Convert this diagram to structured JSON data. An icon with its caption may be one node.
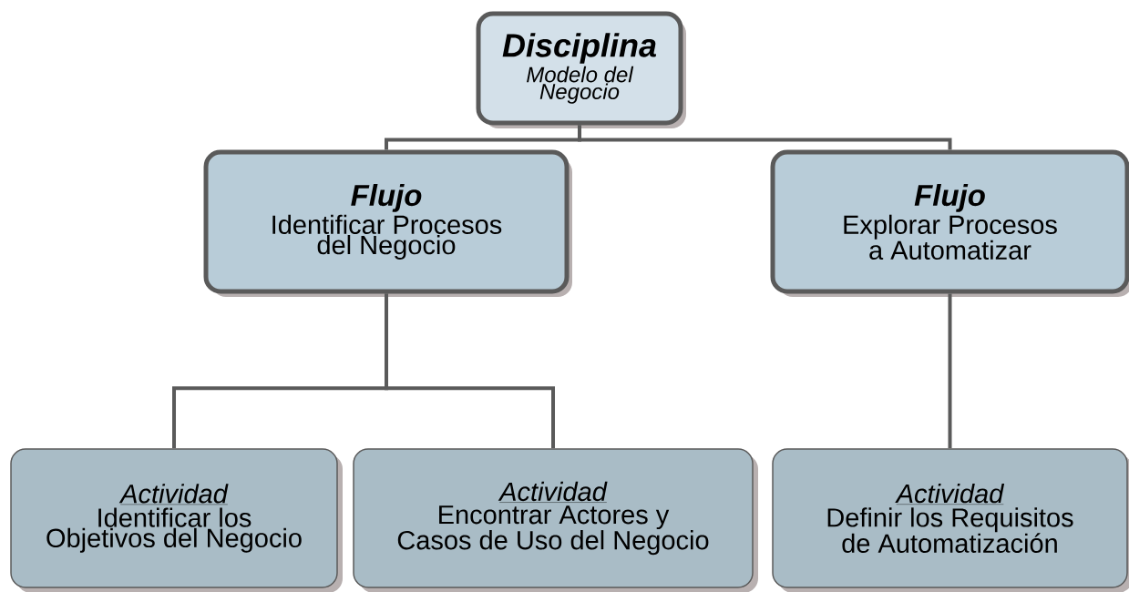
{
  "diagram": {
    "nodes": [
      {
        "text": [
          "Disciplina",
          "Modelo del Negocio"
        ]
      },
      {
        "text": [
          "Flujo",
          "Identificar Procesos del Negocio"
        ]
      },
      {
        "text": [
          "Flujo",
          "Explorar Procesos a Automatizar"
        ]
      },
      {
        "text": [
          "Actividad",
          "Identificar los Objetivos del Negocio"
        ]
      },
      {
        "text": [
          "Actividad",
          "Encontrar Actores y Casos de Uso del Negocio"
        ]
      },
      {
        "text": [
          "Actividad",
          "Definir los Requisitos de Automatización"
        ]
      }
    ],
    "edges": [
      {
        "from": 0,
        "to": 1,
        "arrow": "none"
      },
      {
        "from": 0,
        "to": 2,
        "arrow": "none"
      },
      {
        "from": 1,
        "to": 3,
        "arrow": "none"
      },
      {
        "from": 1,
        "to": 4,
        "arrow": "none"
      },
      {
        "from": 2,
        "to": 5,
        "arrow": "none"
      }
    ]
  }
}
